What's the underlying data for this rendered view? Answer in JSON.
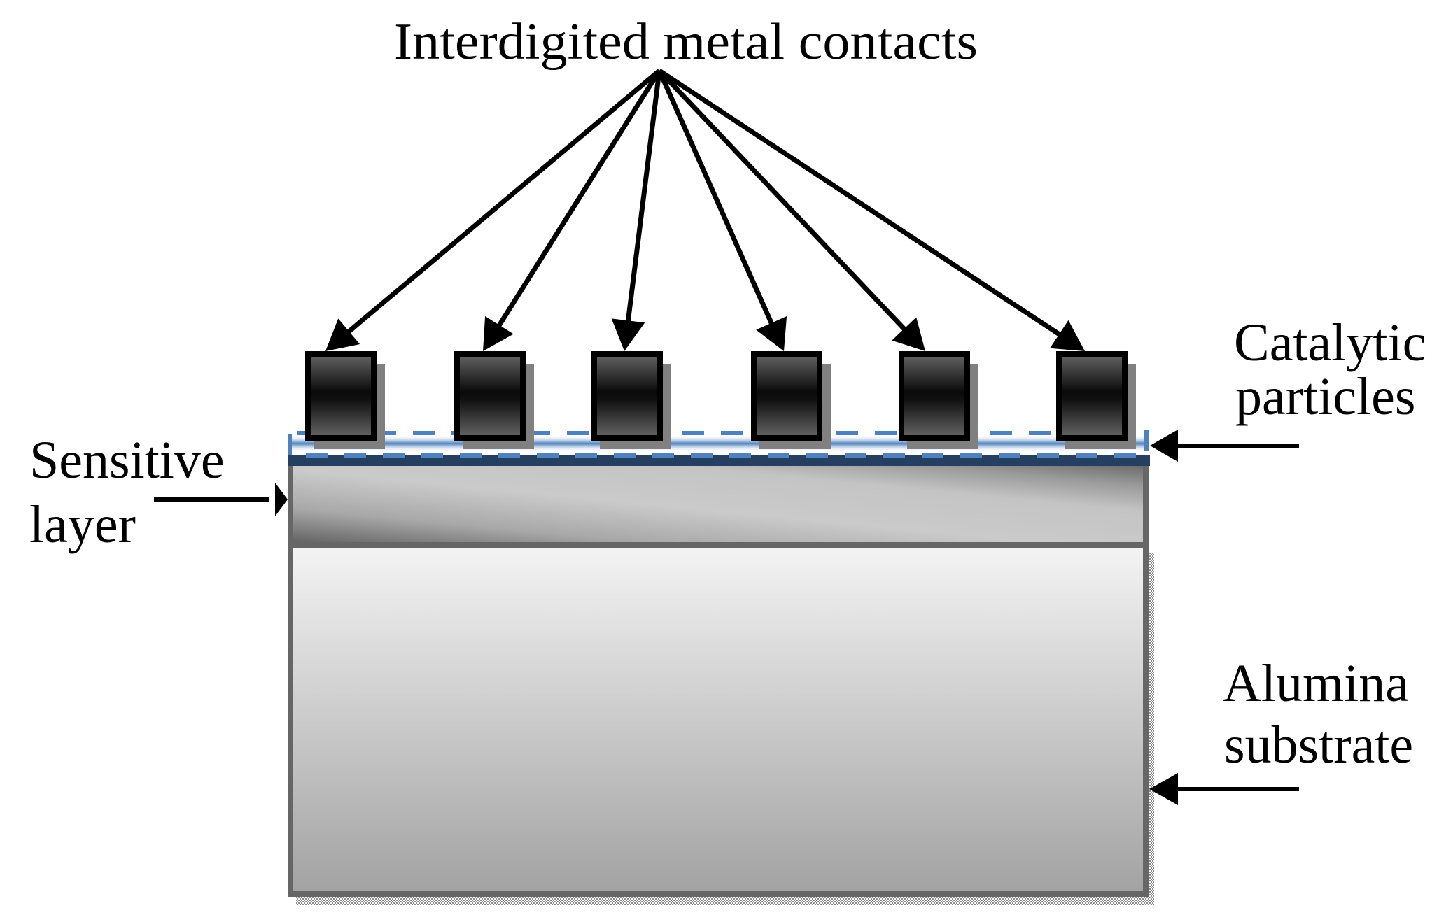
{
  "labels": {
    "title": "Interdigited metal contacts",
    "sensitive_layer": [
      "Sensitive",
      "layer"
    ],
    "catalytic_particles": [
      "Catalytic",
      "particles"
    ],
    "alumina_substrate": [
      "Alumina",
      "substrate"
    ]
  },
  "contacts": {
    "count": 6
  },
  "colors": {
    "contact_border": "#000000",
    "contact_light": "#666666",
    "contact_dark": "#0a0a0a",
    "catalytic_blue": "#4f81bd",
    "sensitive_top_band": "#243f60",
    "layer_border": "#666666",
    "substrate_top": "#f4f4f4",
    "substrate_bottom": "#a3a3a3"
  }
}
